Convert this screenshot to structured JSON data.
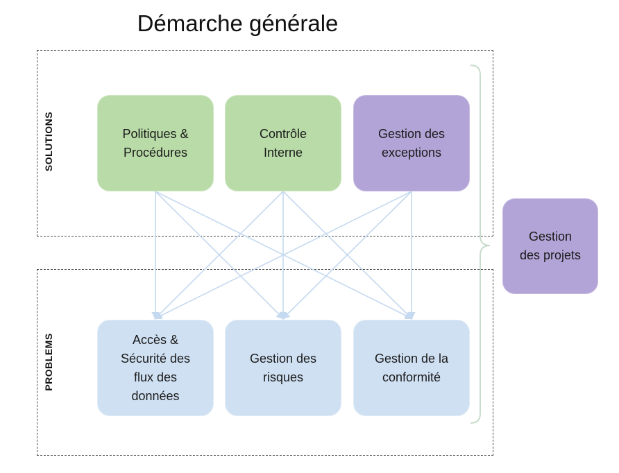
{
  "title": "Démarche générale",
  "groups": {
    "solutions_label": "SOLUTIONS",
    "problems_label": "PROBLEMS"
  },
  "solutions": [
    {
      "label": "Politiques &\nProcédures"
    },
    {
      "label": "Contrôle\nInterne"
    },
    {
      "label": "Gestion des\nexceptions"
    }
  ],
  "problems": [
    {
      "label": "Accès &\nSécurité des\nflux des\ndonnées"
    },
    {
      "label": "Gestion des\nrisques"
    },
    {
      "label": "Gestion de la\nconformité"
    }
  ],
  "project": {
    "label": "Gestion\ndes projets"
  },
  "colors": {
    "solution_green": "#b8dba7",
    "solution_purple": "#b2a4d6",
    "problem_blue": "#cfe0f2",
    "connector": "#c5d9f0",
    "brace": "#c9dccb"
  }
}
